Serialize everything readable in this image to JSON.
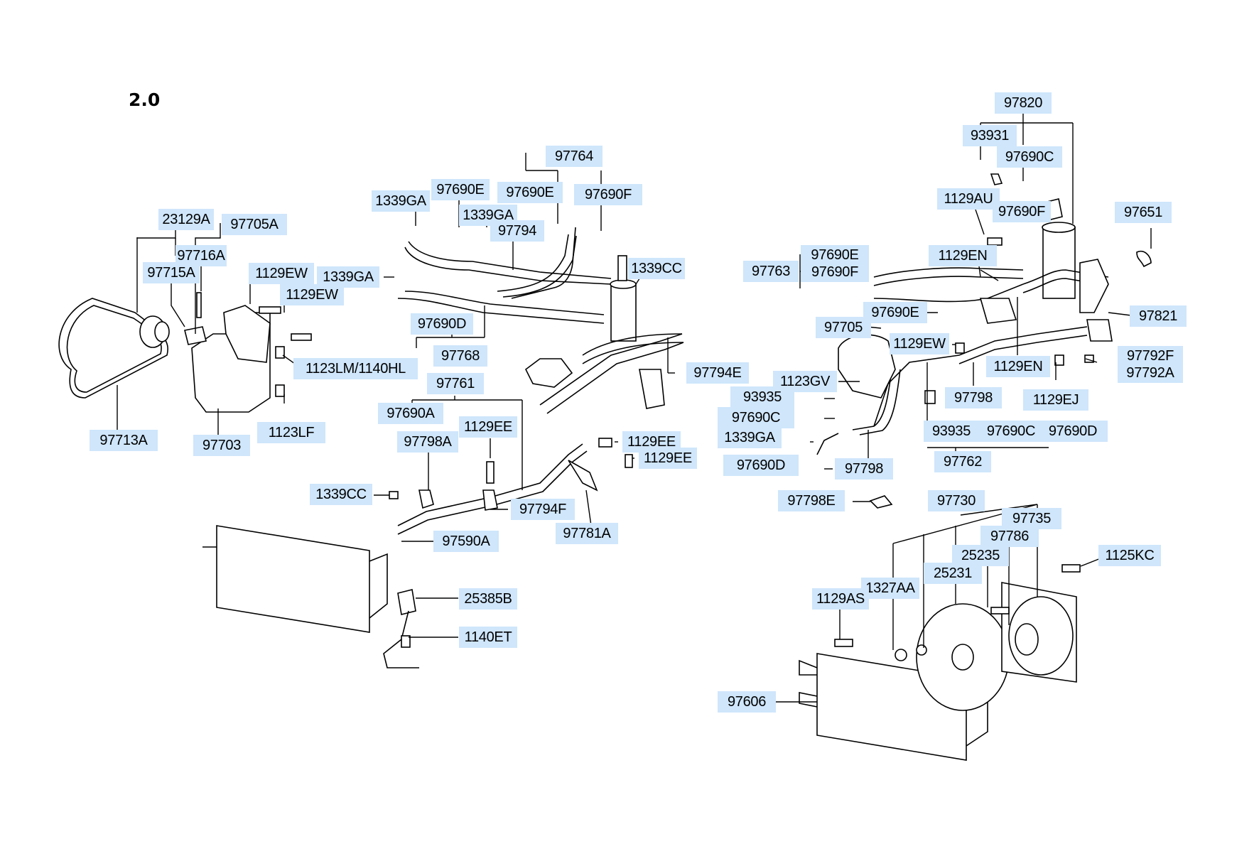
{
  "diagram_title": "2.0",
  "labels": {
    "l_23129A": "23129A",
    "l_97705A": "97705A",
    "l_97716A": "97716A",
    "l_97715A": "97715A",
    "l_1129EW_a": "1129EW",
    "l_1129EW_b": "1129EW",
    "l_1123LM": "1123LM/1140HL",
    "l_1123LF": "1123LF",
    "l_97703": "97703",
    "l_97713A": "97713A",
    "l_97764": "97764",
    "l_1339GA_a": "1339GA",
    "l_97690E_a": "97690E",
    "l_97690E_b": "97690E",
    "l_97690F_a": "97690F",
    "l_1339GA_b": "1339GA",
    "l_97794": "97794",
    "l_1339GA_c": "1339GA",
    "l_1339CC_a": "1339CC",
    "l_97690D_a": "97690D",
    "l_97768": "97768",
    "l_97794E": "97794E",
    "l_97761": "97761",
    "l_97690A": "97690A",
    "l_97798A": "97798A",
    "l_1129EE_a": "1129EE",
    "l_1129EE_b": "1129EE",
    "l_1129EE_c": "1129EE",
    "l_1339CC_b": "1339CC",
    "l_97794F": "97794F",
    "l_97781A": "97781A",
    "l_97590A": "97590A",
    "l_25385B": "25385B",
    "l_1140ET": "1140ET",
    "l_97820": "97820",
    "l_93931": "93931",
    "l_97690C_a": "97690C",
    "l_1129AU": "1129AU",
    "l_97690F_b": "97690F",
    "l_97651": "97651",
    "l_97763": "97763",
    "l_97690E_c": "97690E",
    "l_97690F_c": "97690F",
    "l_1129EN_a": "1129EN",
    "l_97690E_d": "97690E",
    "l_97705": "97705",
    "l_97821": "97821",
    "l_1129EW_c": "1129EW",
    "l_1129EN_b": "1129EN",
    "l_97792F": "97792F",
    "l_97792A": "97792A",
    "l_1123GV": "1123GV",
    "l_97798_a": "97798",
    "l_1129EJ": "1129EJ",
    "l_93935_a": "93935",
    "l_97690C_b": "97690C",
    "l_93935_b": "93935",
    "l_97690C_c": "97690C",
    "l_97690D_b": "97690D",
    "l_1339GA_d": "1339GA",
    "l_97762": "97762",
    "l_97690D_c": "97690D",
    "l_97798_b": "97798",
    "l_97798E": "97798E",
    "l_97730": "97730",
    "l_97735": "97735",
    "l_97786": "97786",
    "l_25235": "25235",
    "l_1125KC": "1125KC",
    "l_1327AA": "1327AA",
    "l_25231": "25231",
    "l_1129AS": "1129AS",
    "l_97606": "97606"
  }
}
